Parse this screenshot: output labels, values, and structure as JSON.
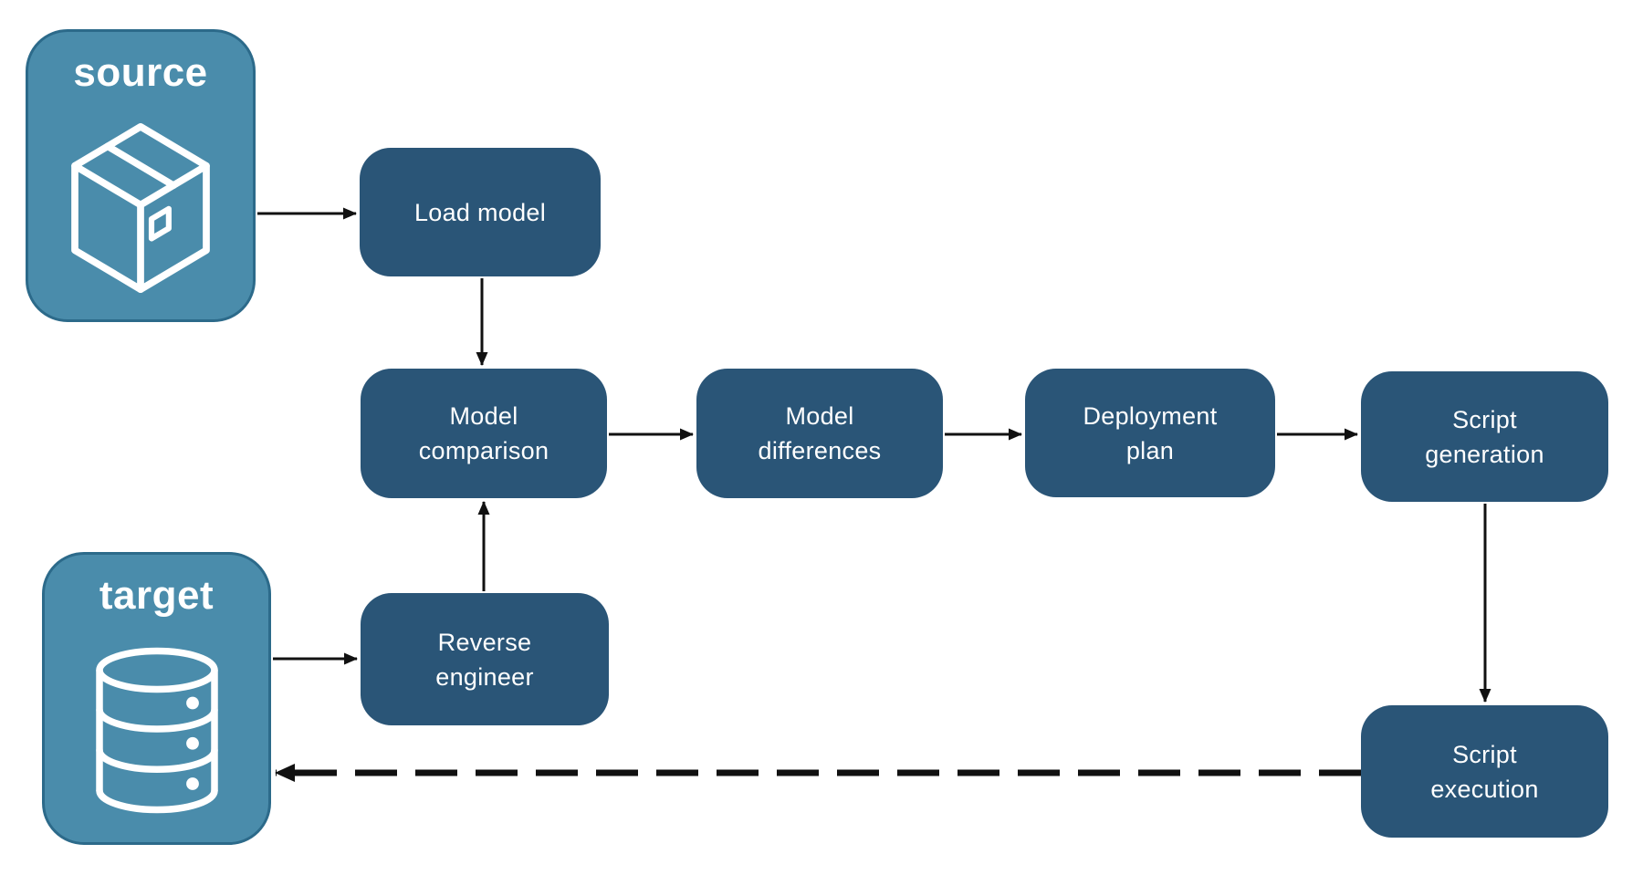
{
  "diagram": {
    "colors": {
      "node_fill": "#2A5577",
      "endpoint_fill": "#4A8CAB",
      "endpoint_border": "#2C6A8A",
      "arrow": "#111111",
      "text": "#FFFFFF"
    },
    "endpoints": {
      "source": {
        "label": "source",
        "icon": "package-icon"
      },
      "target": {
        "label": "target",
        "icon": "database-icon"
      }
    },
    "nodes": {
      "load_model": {
        "label": "Load model"
      },
      "model_comparison": {
        "label": "Model\ncomparison"
      },
      "model_differences": {
        "label": "Model\ndifferences"
      },
      "deployment_plan": {
        "label": "Deployment\nplan"
      },
      "script_generation": {
        "label": "Script\ngeneration"
      },
      "reverse_engineer": {
        "label": "Reverse\nengineer"
      },
      "script_execution": {
        "label": "Script\nexecution"
      }
    },
    "connections": [
      {
        "from": "source",
        "to": "load_model",
        "style": "solid"
      },
      {
        "from": "load_model",
        "to": "model_comparison",
        "style": "solid"
      },
      {
        "from": "target",
        "to": "reverse_engineer",
        "style": "solid"
      },
      {
        "from": "reverse_engineer",
        "to": "model_comparison",
        "style": "solid"
      },
      {
        "from": "model_comparison",
        "to": "model_differences",
        "style": "solid"
      },
      {
        "from": "model_differences",
        "to": "deployment_plan",
        "style": "solid"
      },
      {
        "from": "deployment_plan",
        "to": "script_generation",
        "style": "solid"
      },
      {
        "from": "script_generation",
        "to": "script_execution",
        "style": "solid"
      },
      {
        "from": "script_execution",
        "to": "target",
        "style": "dashed"
      }
    ]
  }
}
